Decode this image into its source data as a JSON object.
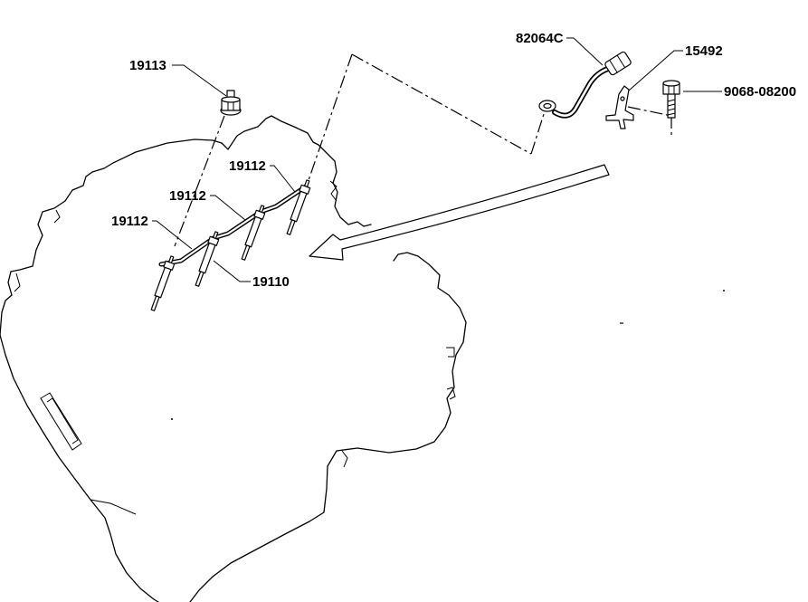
{
  "callouts": [
    {
      "number": "19113"
    },
    {
      "number": "19112"
    },
    {
      "number": "19112"
    },
    {
      "number": "19112"
    },
    {
      "number": "19110"
    },
    {
      "number": "82064C"
    },
    {
      "number": "15492"
    },
    {
      "number": "9068-08200"
    }
  ],
  "colors": {
    "line": "#000000",
    "background": "#ffffff"
  }
}
